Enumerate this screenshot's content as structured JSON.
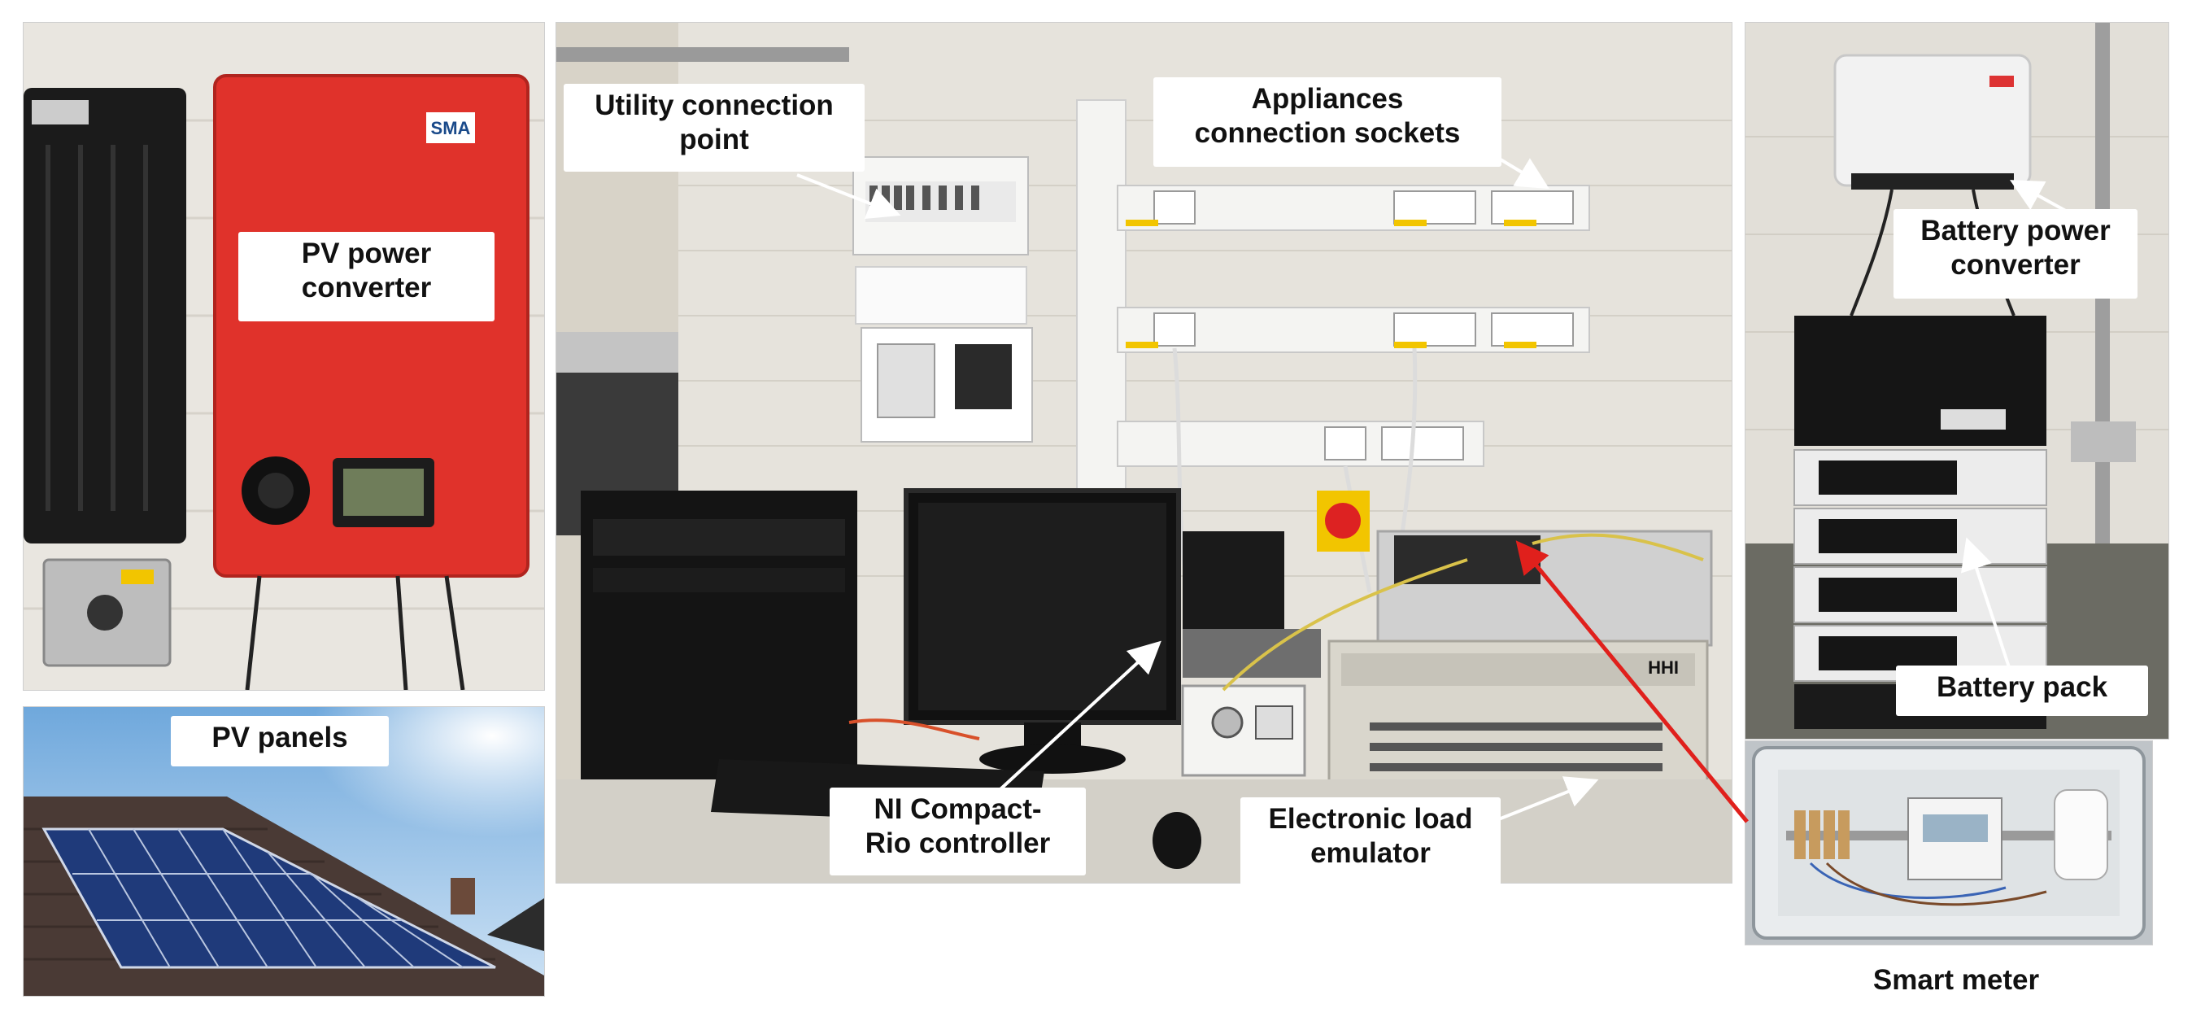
{
  "labels": {
    "pv_power_converter": "PV power\nconverter",
    "pv_panels": "PV panels",
    "utility_connection_point": "Utility connection\npoint",
    "appliances_connection_sockets": "Appliances\nconnection sockets",
    "battery_power_converter": "Battery power\nconverter",
    "battery_pack": "Battery pack",
    "ni_compact_rio_controller": "NI Compact-\nRio controller",
    "electronic_load_emulator": "Electronic load\nemulator",
    "smart_meter": "Smart meter"
  },
  "logo_texts": {
    "sma_inverter": "SMA",
    "load_emulator_brand": "HHI"
  },
  "colors": {
    "label_background": "#ffffff",
    "label_text": "#111111",
    "arrow_white": "#ffffff",
    "arrow_red": "#e0201c",
    "inverter_red": "#e0322b",
    "wall": "#e6e3dc"
  }
}
